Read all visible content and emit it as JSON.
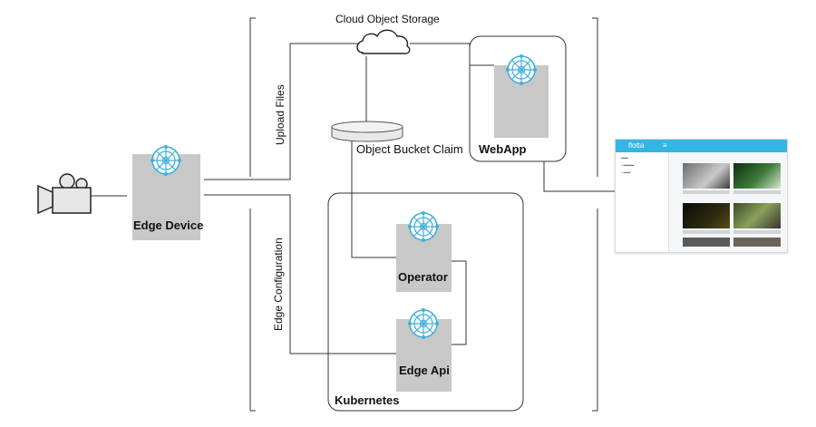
{
  "labels": {
    "cloud_storage": "Cloud Object Storage",
    "upload_files": "Upload Files",
    "object_bucket_claim": "Object Bucket Claim",
    "webapp": "WebApp",
    "edge_device": "Edge Device",
    "operator": "Operator",
    "edge_configuration": "Edge Configuration",
    "edge_api": "Edge Api",
    "kubernetes": "Kubernetes"
  },
  "webapp_screenshot": {
    "brand": "flotta",
    "menu_icon": "hamburger-icon"
  },
  "icons": {
    "component": "helm-wheel-icon",
    "camera": "camera-icon",
    "cloud": "cloud-icon",
    "storage": "disk-icon"
  },
  "colors": {
    "component_box": "#c8c8c8",
    "wheel": "#3fb0dd",
    "lines": "#333333",
    "webapp_header": "#34b6e4"
  }
}
